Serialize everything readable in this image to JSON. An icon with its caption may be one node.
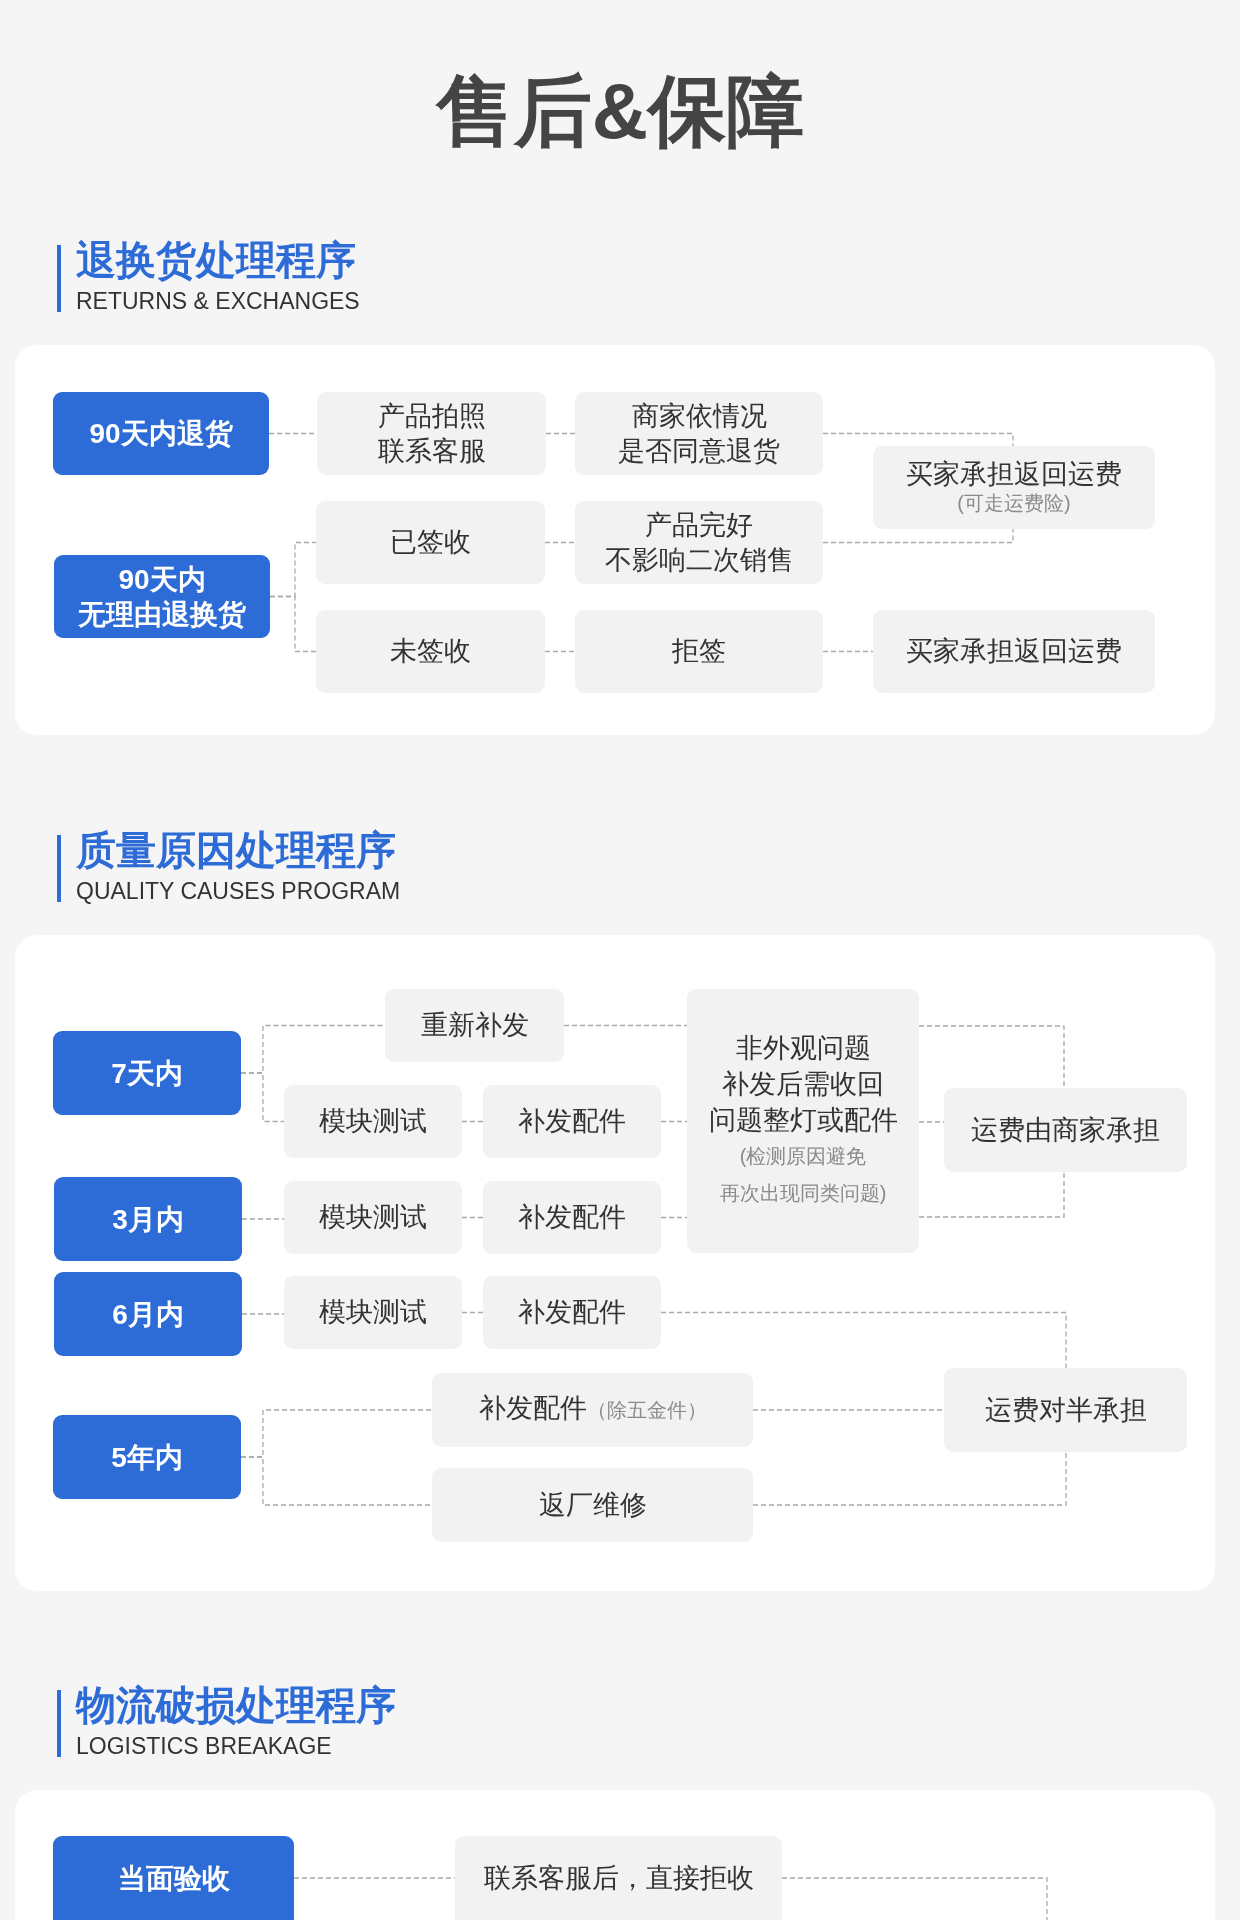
{
  "diagram": {
    "title": "售后&保障",
    "nodes": [
      {
        "text": [
          "退换货处理程序",
          "RETURNS & EXCHANGES"
        ]
      },
      {
        "text": [
          "90天内退货"
        ],
        "in": 0
      },
      {
        "text": [
          "产品拍照联系客服"
        ],
        "in": 0
      },
      {
        "text": [
          "商家依情况是否同意退货"
        ],
        "in": 0
      },
      {
        "text": [
          "买家承担返回运费",
          "(可走运费险)"
        ],
        "in": 0
      },
      {
        "text": [
          "90天内无理由退换货"
        ],
        "in": 0
      },
      {
        "text": [
          "已签收"
        ],
        "in": 0
      },
      {
        "text": [
          "产品完好不影响二次销售"
        ],
        "in": 0
      },
      {
        "text": [
          "未签收"
        ],
        "in": 0
      },
      {
        "text": [
          "拒签"
        ],
        "in": 0
      },
      {
        "text": [
          "买家承担返回运费"
        ],
        "in": 0
      },
      {
        "text": [
          "质量原因处理程序",
          "QUALITY CAUSES PROGRAM"
        ]
      },
      {
        "text": [
          "7天内"
        ],
        "in": 11
      },
      {
        "text": [
          "重新补发"
        ],
        "in": 11
      },
      {
        "text": [
          "非外观问题补发后需收回问题整灯或配件",
          "(检测原因避免再次出现同类问题)"
        ],
        "in": 11
      },
      {
        "text": [
          "模块测试"
        ],
        "in": 11
      },
      {
        "text": [
          "补发配件"
        ],
        "in": 11
      },
      {
        "text": [
          "运费由商家承担"
        ],
        "in": 11
      },
      {
        "text": [
          "3月内"
        ],
        "in": 11
      },
      {
        "text": [
          "模块测试"
        ],
        "in": 11
      },
      {
        "text": [
          "补发配件"
        ],
        "in": 11
      },
      {
        "text": [
          "6月内"
        ],
        "in": 11
      },
      {
        "text": [
          "模块测试"
        ],
        "in": 11
      },
      {
        "text": [
          "补发配件"
        ],
        "in": 11
      },
      {
        "text": [
          "5年内"
        ],
        "in": 11
      },
      {
        "text": [
          "补发配件",
          "（除五金件）"
        ],
        "in": 11
      },
      {
        "text": [
          "运费对半承担"
        ],
        "in": 11
      },
      {
        "text": [
          "返厂维修"
        ],
        "in": 11
      },
      {
        "text": [
          "物流破损处理程序",
          "LOGISTICS BREAKAGE"
        ]
      },
      {
        "text": [
          "当面验收"
        ],
        "in": 28
      },
      {
        "text": [
          "联系客服后，直接拒收"
        ],
        "in": 28
      }
    ],
    "edges": [
      {
        "from": 1,
        "to": 2,
        "arrow": "none"
      },
      {
        "from": 2,
        "to": 3,
        "arrow": "none"
      },
      {
        "from": 3,
        "to": 4,
        "arrow": "none"
      },
      {
        "from": 5,
        "to": 6,
        "arrow": "none"
      },
      {
        "from": 5,
        "to": 8,
        "arrow": "none"
      },
      {
        "from": 6,
        "to": 7,
        "arrow": "none"
      },
      {
        "from": 7,
        "to": 4,
        "arrow": "none"
      },
      {
        "from": 8,
        "to": 9,
        "arrow": "none"
      },
      {
        "from": 9,
        "to": 10,
        "arrow": "none"
      },
      {
        "from": 12,
        "to": 13,
        "arrow": "none"
      },
      {
        "from": 12,
        "to": 15,
        "arrow": "none"
      },
      {
        "from": 13,
        "to": 14,
        "arrow": "none"
      },
      {
        "from": 15,
        "to": 16,
        "arrow": "none"
      },
      {
        "from": 16,
        "to": 14,
        "arrow": "none"
      },
      {
        "from": 14,
        "to": 17,
        "arrow": "none"
      },
      {
        "from": 14,
        "to": 17,
        "arrow": "none"
      },
      {
        "from": 14,
        "to": 17,
        "arrow": "none"
      },
      {
        "from": 18,
        "to": 19,
        "arrow": "none"
      },
      {
        "from": 19,
        "to": 20,
        "arrow": "none"
      },
      {
        "from": 20,
        "to": 14,
        "arrow": "none"
      },
      {
        "from": 21,
        "to": 22,
        "arrow": "none"
      },
      {
        "from": 22,
        "to": 23,
        "arrow": "none"
      },
      {
        "from": 23,
        "to": 26,
        "arrow": "none"
      },
      {
        "from": 24,
        "to": 25,
        "arrow": "none"
      },
      {
        "from": 24,
        "to": 27,
        "arrow": "none"
      },
      {
        "from": 25,
        "to": 26,
        "arrow": "none"
      },
      {
        "from": 27,
        "to": 26,
        "arrow": "none"
      },
      {
        "from": 29,
        "to": 30,
        "arrow": "none"
      },
      {
        "from": 30,
        "to": null,
        "arrow": "none"
      }
    ]
  }
}
